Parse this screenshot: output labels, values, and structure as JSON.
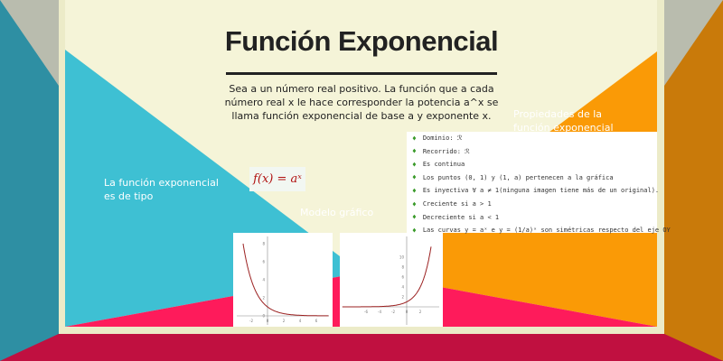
{
  "colors": {
    "cream": "#f5f4d8",
    "cyan": "#3ec0d3",
    "orange": "#fa9a06",
    "pink": "#fe1b5b",
    "outer_left": "#2e8fa3",
    "outer_right": "#c97a0a",
    "outer_bottom": "#c01040",
    "curve": "#9b2020",
    "bullet": "#3a9a2a"
  },
  "slide": {
    "title": "Función Exponencial",
    "intro": "Sea a un número real positivo. La función que a cada número real x le hace corresponder la potencia a^x se llama función exponencial de base a y exponente x.",
    "type_label_line1": "La función exponencial",
    "type_label_line2": "es de tipo",
    "formula": "f(x) = aˣ",
    "model_label": "Modelo gráfico",
    "props_title_line1": "Propiedades de la",
    "props_title_line2": "función exponencial",
    "properties": [
      "Dominio: ℛ",
      "Recorrido: ℛ",
      "Es continua",
      "Los puntos (0, 1) y (1, a) pertenecen a la gráfica",
      "Es inyectiva ∀ a ≠ 1(ninguna imagen tiene más de un original).",
      "Creciente si a > 1",
      "Decreciente si a < 1",
      "Las curvas y = aˣ e y = (1/a)ˣ  son simétricas respecto del eje OY"
    ]
  },
  "graphs": [
    {
      "name": "decreasing",
      "base": 0.5,
      "x_ticks": [
        "-2",
        "0",
        "2",
        "4",
        "6"
      ],
      "y_ticks": [
        "0",
        "2",
        "4",
        "6",
        "8"
      ]
    },
    {
      "name": "increasing",
      "base": 2,
      "x_ticks": [
        "-6",
        "-4",
        "-2",
        "0",
        "2"
      ],
      "y_ticks": [
        "2",
        "4",
        "6",
        "8",
        "10"
      ]
    }
  ]
}
